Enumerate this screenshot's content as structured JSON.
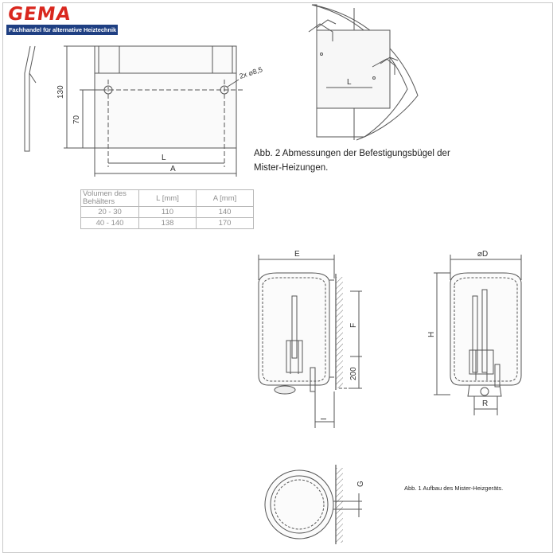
{
  "logo": {
    "brand": "GEMA",
    "tagline": "Fachhandel für alternative Heiztechnik"
  },
  "bracket_drawing": {
    "dim_height": "130",
    "dim_hole_height": "70",
    "dim_hole_spacing": "L",
    "dim_width": "A",
    "hole_note": "2x ⌀8,5"
  },
  "mounting_detail": {
    "dim_label": "L"
  },
  "caption_fig2": "Abb. 2 Abmessungen der Befestigungsbügel der Mister-Heizungen.",
  "dimension_table": {
    "headers": [
      "Volumen des Behälters",
      "L [mm]",
      "A [mm]"
    ],
    "rows": [
      [
        "20 - 30",
        "110",
        "140"
      ],
      [
        "40 - 140",
        "138",
        "170"
      ]
    ]
  },
  "heater_front": {
    "dim_width": "E",
    "dim_upper": "F",
    "dim_lower": "200",
    "dim_bottom": "I"
  },
  "heater_side": {
    "dim_diameter": "⌀D",
    "dim_height": "H",
    "dim_outlet": "R"
  },
  "heater_top": {
    "dim_wall": "G"
  },
  "caption_fig1": "Abb. 1 Aufbau des Mister-Heizgeräts.",
  "colors": {
    "brand_red": "#d9271e",
    "brand_blue": "#1f3f82",
    "line": "#555555"
  }
}
